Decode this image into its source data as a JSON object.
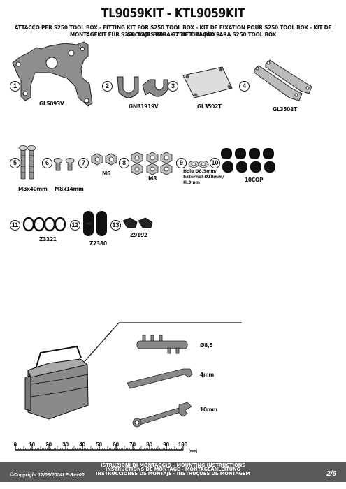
{
  "header": {
    "title": "TL9059KIT - KTL9059KIT",
    "subtitle_line1": "ATTACCO  PER S250 TOOL BOX - FITTING KIT FOR S250 TOOL BOX - KIT DE FIXATION POUR S250 TOOL BOX - KIT DE ANCLAJES PARA S250 TOOL BOX -",
    "subtitle_line2": "MONTAGEKIT FÜR S250 TOOL BOX - KIT DE FIXAÇÃO PARA S250 TOOL BOX"
  },
  "parts": [
    {
      "number": "1",
      "code": "GL5093V"
    },
    {
      "number": "2",
      "code": "GNB1919V"
    },
    {
      "number": "3",
      "code": "GL3502T"
    },
    {
      "number": "4",
      "code": "GL3508T"
    },
    {
      "number": "5",
      "code": "M8x40mm"
    },
    {
      "number": "6",
      "code": "M8x14mm"
    },
    {
      "number": "7",
      "code": "M6"
    },
    {
      "number": "8",
      "code": "M8"
    },
    {
      "number": "9",
      "code": "Hole Ø8,5mm/\nExternal Ø18mm/\nH.3mm"
    },
    {
      "number": "10",
      "code": "10COP"
    },
    {
      "number": "11",
      "code": "Z3221"
    },
    {
      "number": "12",
      "code": "Z2380"
    },
    {
      "number": "13",
      "code": "Z9192"
    }
  ],
  "tools": {
    "hex_key": "Ø8,5",
    "allen_key": "4mm",
    "wrench": "10mm"
  },
  "ruler": {
    "labels": [
      "0",
      "10",
      "20",
      "30",
      "40",
      "50",
      "60",
      "70",
      "80",
      "90",
      "100"
    ],
    "unit": "(mm)"
  },
  "footer": {
    "copyright": "©Copyright 17/06/2024LF-Rev00",
    "line1": "ISTRUZIONI DI MONTAGGIO  -  MOUNTING INSTRUCTIONS",
    "line2": "INSTRUCTIONS DE MONTAGE - MONTAGEANLEITUNG",
    "line3": "INSTRUCCIONES DE MONTAJE - INSTRUÇÕES DE MONTAGEM",
    "page": "2/6"
  }
}
